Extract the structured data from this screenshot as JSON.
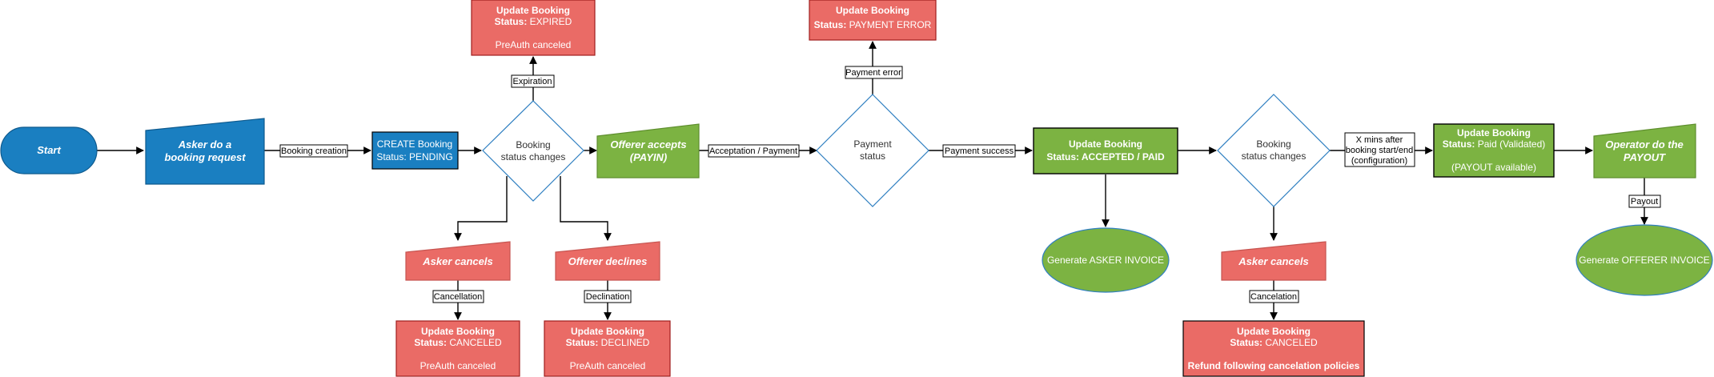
{
  "colors": {
    "blue": "#1a7fc1",
    "blue_border": "#0e5a8e",
    "green": "#7cb342",
    "green_border": "#3d6b1d",
    "red": "#ea6b66",
    "red_border": "#9f1e1e",
    "diamond_stroke": "#2f7fc1"
  },
  "nodes": {
    "start": "Start",
    "asker_request": [
      "Asker do a",
      "booking request"
    ],
    "create_booking": [
      "CREATE Booking",
      "Status: PENDING"
    ],
    "status_changes_1": [
      "Booking",
      "status changes"
    ],
    "expired": {
      "l1": "Update Booking",
      "l2_bold": "Status: ",
      "l2": "EXPIRED",
      "l3": "PreAuth canceled"
    },
    "offerer_accepts": [
      "Offerer accepts",
      "(PAYIN)"
    ],
    "payment_error": {
      "l1": "Update Booking",
      "l2_bold": "Status: ",
      "l2": "PAYMENT ERROR"
    },
    "payment_status": [
      "Payment",
      "status"
    ],
    "accepted_paid": [
      "Update Booking",
      "Status: ACCEPTED / PAID"
    ],
    "status_changes_2": [
      "Booking",
      "status changes"
    ],
    "paid_validated": {
      "l1": "Update Booking",
      "l2_bold": "Status: ",
      "l2": "Paid (Validated)",
      "l3": "(PAYOUT available)"
    },
    "operator_payout": [
      "Operator do the",
      "PAYOUT"
    ],
    "asker_cancels_1": "Asker cancels",
    "offerer_declines": "Offerer declines",
    "canceled_1": {
      "l1": "Update Booking",
      "l2_bold": "Status: ",
      "l2": "CANCELED",
      "l3": "PreAuth canceled"
    },
    "declined": {
      "l1": "Update Booking",
      "l2_bold": "Status: ",
      "l2": "DECLINED",
      "l3": "PreAuth canceled"
    },
    "asker_invoice": "Generate ASKER INVOICE",
    "asker_cancels_2": "Asker cancels",
    "canceled_2": {
      "l1": "Update Booking",
      "l2_bold": "Status: ",
      "l2": "CANCELED",
      "l3": "Refund following cancelation policies"
    },
    "offerer_invoice": "Generate OFFERER INVOICE"
  },
  "edge_labels": {
    "booking_creation": "Booking creation",
    "expiration": "Expiration",
    "acceptation_payment": "Acceptation / Payment",
    "payment_error": "Payment error",
    "payment_success": "Payment success",
    "x_mins": [
      "X mins after",
      "booking start/end",
      "(configuration)"
    ],
    "payout": "Payout",
    "cancellation": "Cancellation",
    "declination": "Declination",
    "cancelation": "Cancelation"
  }
}
